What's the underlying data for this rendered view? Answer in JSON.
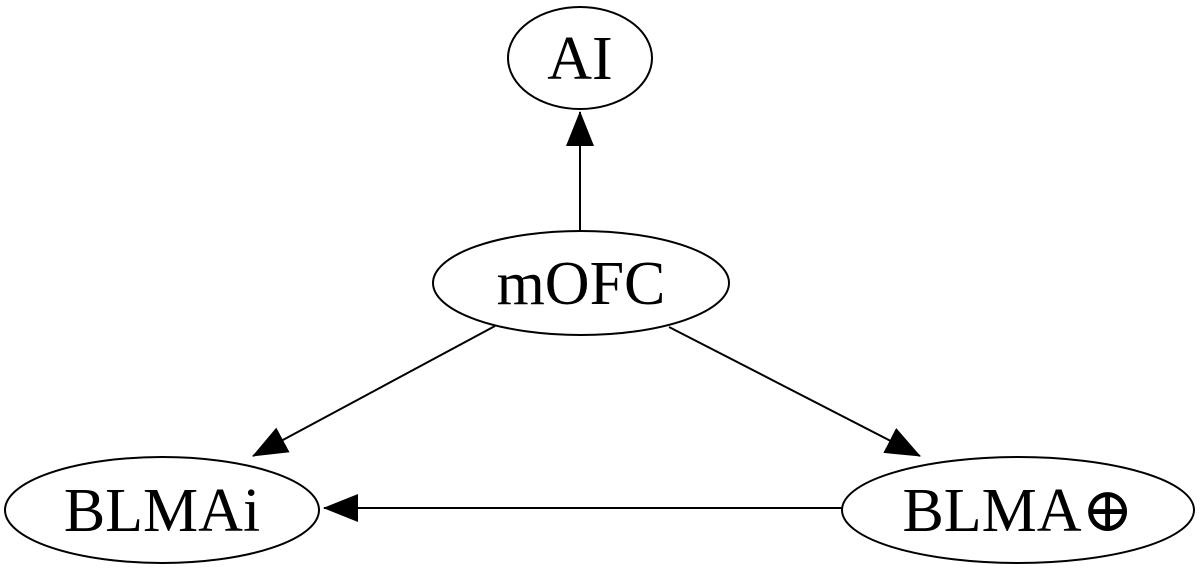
{
  "diagram": {
    "type": "directed-graph",
    "background_color": "#ffffff",
    "line_color": "#000000",
    "text_color": "#000000",
    "nodes": {
      "ai": {
        "label": "AI"
      },
      "mofc": {
        "label": "mOFC"
      },
      "blmai": {
        "label": "BLMAi"
      },
      "blma_oplus": {
        "label": "BLMA⊕"
      }
    },
    "edges": [
      {
        "from": "mOFC",
        "to": "AI",
        "style": "solid-arrowhead"
      },
      {
        "from": "mOFC",
        "to": "BLMAi",
        "style": "solid-arrowhead"
      },
      {
        "from": "mOFC",
        "to": "BLMA⊕",
        "style": "solid-arrowhead"
      },
      {
        "from": "BLMA⊕",
        "to": "BLMAi",
        "style": "solid-arrowhead"
      }
    ]
  }
}
